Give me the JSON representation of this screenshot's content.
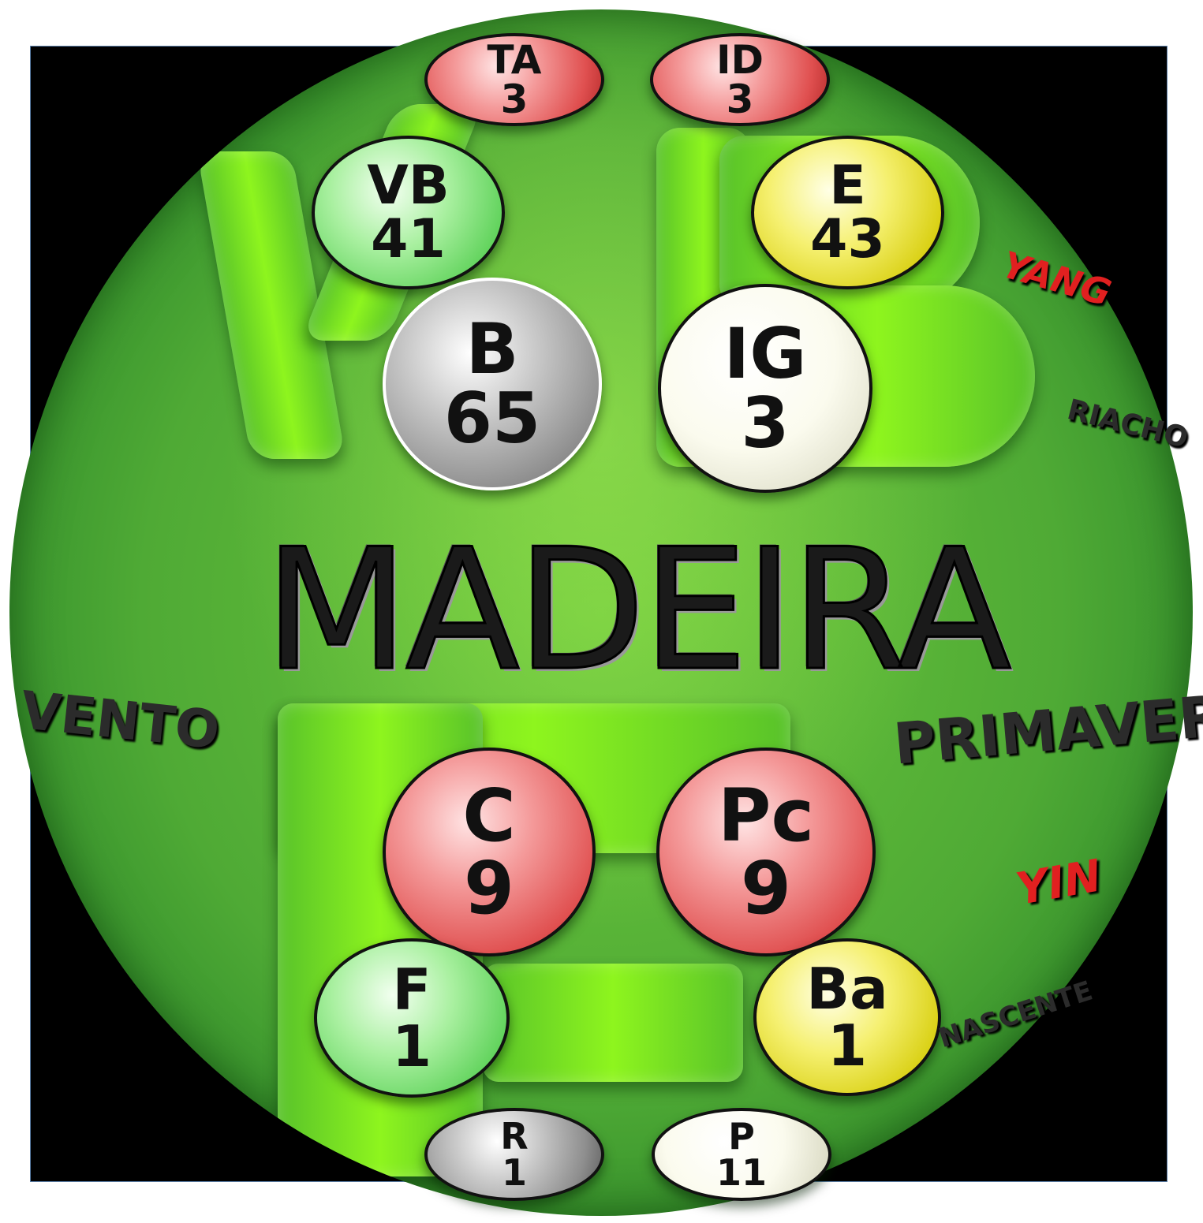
{
  "title": "MADEIRA",
  "colors": {
    "sphere": "#4faa35",
    "glyph": "#8ef51e",
    "red_ball": "#e05050",
    "green_ball": "#5fd25a",
    "yellow_ball": "#d8cf10",
    "gray_ball": "#8e8e8e",
    "cream_ball": "#fbfbee",
    "red_text": "#e12020",
    "dark_text": "#2b2b2b",
    "frame": "#000000"
  },
  "balls": {
    "ta": {
      "label": "TA",
      "number": "3",
      "color": "red"
    },
    "id": {
      "label": "ID",
      "number": "3",
      "color": "red"
    },
    "vb": {
      "label": "VB",
      "number": "41",
      "color": "green"
    },
    "e": {
      "label": "E",
      "number": "43",
      "color": "yellow"
    },
    "b": {
      "label": "B",
      "number": "65",
      "color": "gray"
    },
    "ig": {
      "label": "IG",
      "number": "3",
      "color": "cream"
    },
    "c": {
      "label": "C",
      "number": "9",
      "color": "red"
    },
    "pc": {
      "label": "Pc",
      "number": "9",
      "color": "red"
    },
    "f": {
      "label": "F",
      "number": "1",
      "color": "green"
    },
    "ba": {
      "label": "Ba",
      "number": "1",
      "color": "yellow"
    },
    "r": {
      "label": "R",
      "number": "1",
      "color": "gray"
    },
    "p": {
      "label": "P",
      "number": "11",
      "color": "cream"
    }
  },
  "side_labels": {
    "yang": "YANG",
    "riacho": "RIACHO",
    "vento": "VENTO",
    "primaver": "PRIMAVER",
    "yin": "YIN",
    "nascente": "NASCENTE"
  }
}
